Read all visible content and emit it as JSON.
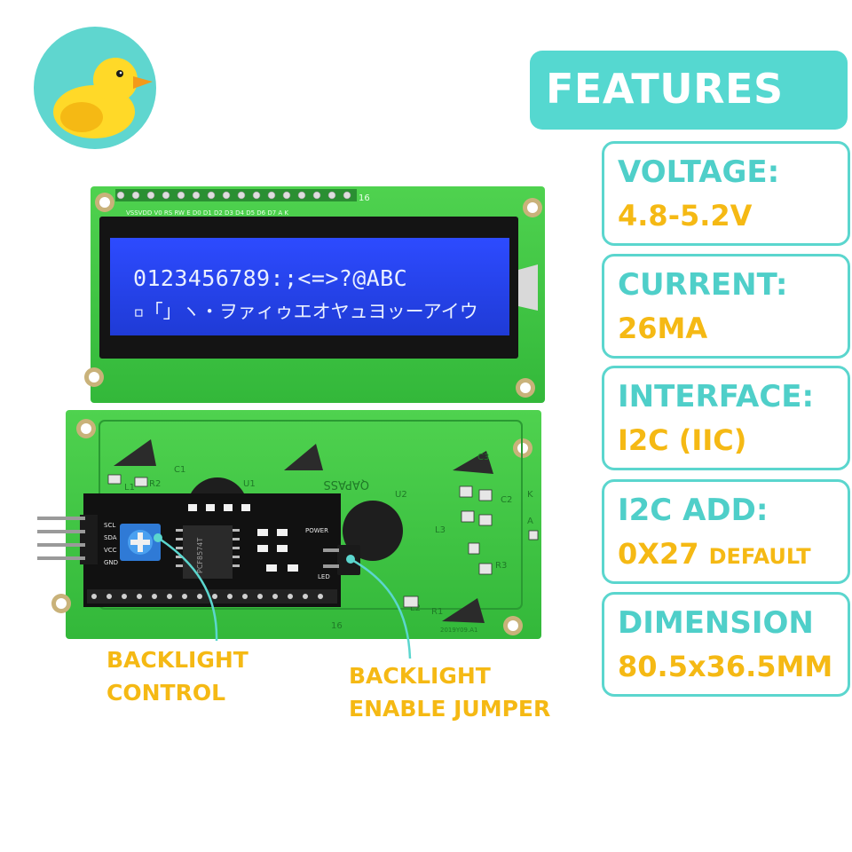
{
  "logo": {
    "icon": "duck-icon",
    "background": "#5fd6cf"
  },
  "features": {
    "title": "FEATURES",
    "items": [
      {
        "label": "VOLTAGE:",
        "value": "4.8-5.2V",
        "suffix": ""
      },
      {
        "label": "CURRENT:",
        "value": "26MA",
        "suffix": ""
      },
      {
        "label": "INTERFACE:",
        "value": "I2C (IIC)",
        "suffix": ""
      },
      {
        "label": "I2C ADD:",
        "value": "0X27",
        "suffix": "DEFAULT"
      },
      {
        "label": "DIMENSION",
        "value": "80.5x36.5MM",
        "suffix": ""
      }
    ]
  },
  "lcd_front": {
    "pin_count": "16",
    "pin_labels": "VSSVDD V0 RS RW E D0 D1 D2 D3 D4 D5 D6 D7 A K",
    "screen_line1": "0123456789:;<=>?@ABC",
    "screen_line2": "▫「」ヽ・ヲァィゥエオヤュヨッーアイウ"
  },
  "lcd_back": {
    "brand": "QAPASS",
    "chip": "PCF8574T",
    "pins": [
      "GND",
      "VCC",
      "SDA",
      "SCL"
    ],
    "led_label": "LED",
    "power_label": "POWER",
    "board_marks": [
      "U1",
      "U2",
      "C1",
      "C2",
      "C3",
      "R1",
      "R2",
      "R3",
      "L1",
      "L2",
      "L3",
      "K",
      "A"
    ],
    "pin_end": "16",
    "date_code": "2019Y09.A1"
  },
  "callouts": {
    "backlight_control": [
      "BACKLIGHT",
      "CONTROL"
    ],
    "backlight_jumper": [
      "BACKLIGHT",
      "ENABLE JUMPER"
    ]
  },
  "colors": {
    "accent_teal": "#55d8d0",
    "accent_yellow": "#f5b914",
    "pcb_green": "#3cc742",
    "lcd_blue": "#2446f0"
  }
}
